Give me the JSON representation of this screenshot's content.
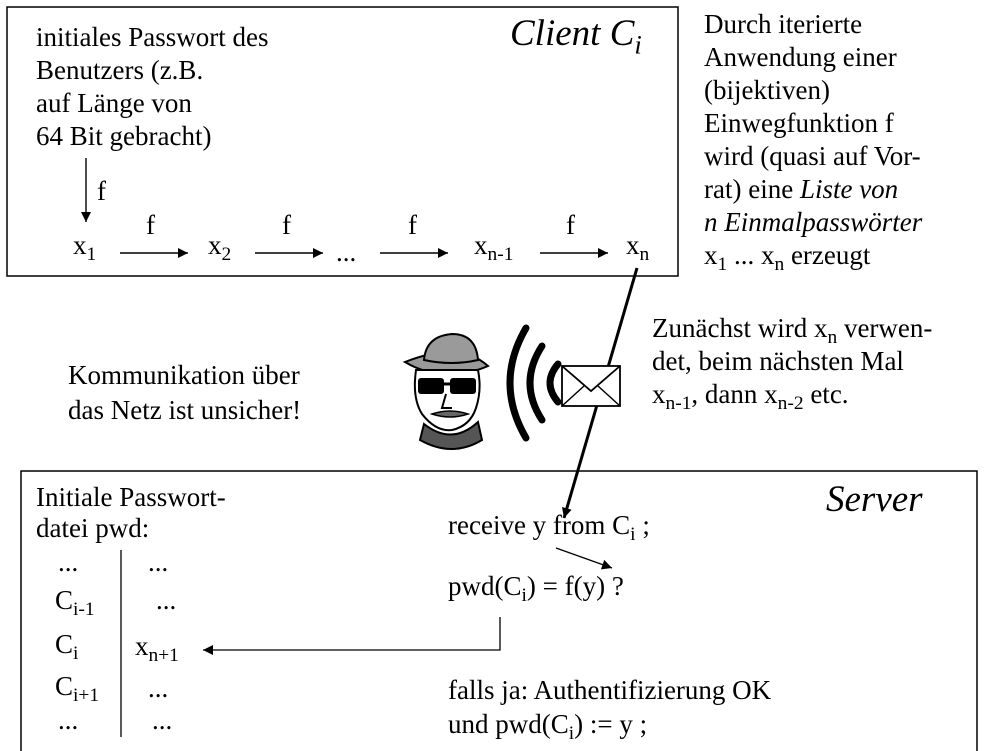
{
  "client": {
    "title_main": "Client C",
    "title_sub": "i",
    "initial_password_lines": [
      "initiales Passwort des",
      "Benutzers (z.B.",
      "auf Länge von",
      "64 Bit gebracht)"
    ],
    "function_label": "f",
    "chain": {
      "x1": "x",
      "x1_sub": "1",
      "x2": "x",
      "x2_sub": "2",
      "dots": "...",
      "xn1": "x",
      "xn1_sub": "n-1",
      "xn": "x",
      "xn_sub": "n"
    }
  },
  "side_note": {
    "lines": [
      "Durch iterierte",
      "Anwendung einer",
      "(bijektiven)",
      "Einwegfunktion f",
      "wird (quasi auf Vor-",
      "rat) eine "
    ],
    "italic_1": "Liste von",
    "italic_2": "n Einmalpasswörter",
    "last_x": "x",
    "last_x_sub": "1",
    "last_mid": " ... x",
    "last_n_sub": "n",
    "last_end": " erzeugt"
  },
  "usage_note": {
    "line1": "Zunächst wird x",
    "line1_sub": "n",
    "line1_end": " verwen-",
    "line2": "det, beim nächsten Mal",
    "line3_x": "x",
    "line3_sub1": "n-1",
    "line3_mid": ", dann x",
    "line3_sub2": "n-2",
    "line3_end": " etc."
  },
  "warning": {
    "line1": "Kommunikation über",
    "line2": "das Netz ist unsicher!"
  },
  "server": {
    "title": "Server",
    "pwd_file_line1": "Initiale Passwort-",
    "pwd_file_line2": "datei pwd:",
    "table": {
      "rows": [
        {
          "c": "...",
          "c_sub": "",
          "v": "...",
          "v_sub": ""
        },
        {
          "c": "C",
          "c_sub": "i-1",
          "v": "...",
          "v_sub": ""
        },
        {
          "c": "C",
          "c_sub": "i",
          "v": "x",
          "v_sub": "n+1"
        },
        {
          "c": "C",
          "c_sub": "i+1",
          "v": "...",
          "v_sub": ""
        },
        {
          "c": "...",
          "c_sub": "",
          "v": "...",
          "v_sub": ""
        }
      ]
    },
    "receive": "receive y from C",
    "receive_sub": "i",
    "receive_end": " ;",
    "check": "pwd(C",
    "check_sub": "i",
    "check_end": ") = f(y) ?",
    "result_line1": "falls ja: Authentifizierung OK",
    "result_line2": "und pwd(C",
    "result_line2_sub": "i",
    "result_line2_end": ") := y ;"
  },
  "icons": [
    "spy-icon",
    "signal-waves-icon",
    "envelope-icon"
  ]
}
